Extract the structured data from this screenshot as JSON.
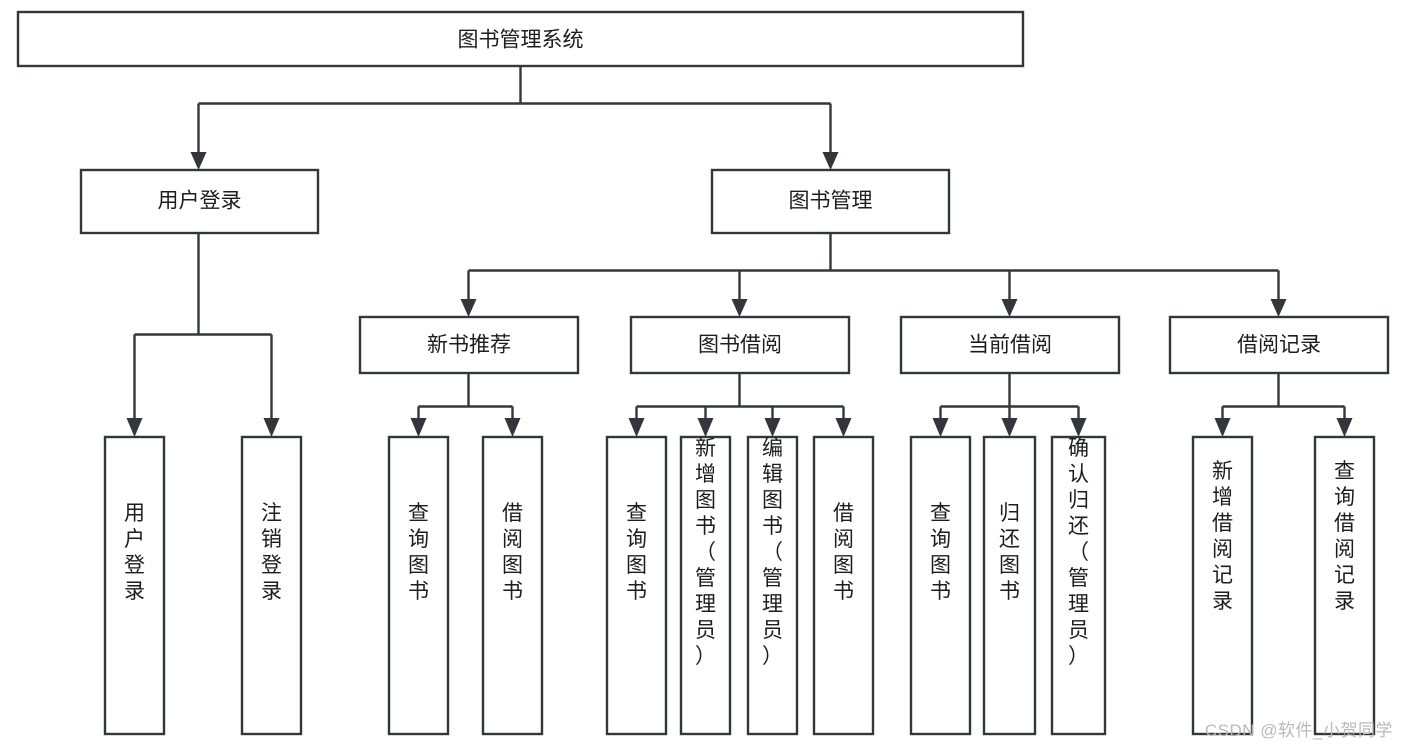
{
  "diagram": {
    "type": "tree",
    "title": "图书管理系统",
    "root": {
      "id": "root",
      "label": "图书管理系统",
      "orientation": "horizontal"
    },
    "level2": [
      {
        "id": "user-login",
        "label": "用户登录",
        "orientation": "horizontal"
      },
      {
        "id": "book-manage",
        "label": "图书管理",
        "orientation": "horizontal"
      }
    ],
    "level3": [
      {
        "id": "new-book-recommend",
        "label": "新书推荐",
        "parent": "book-manage",
        "orientation": "horizontal"
      },
      {
        "id": "book-borrow",
        "label": "图书借阅",
        "parent": "book-manage",
        "orientation": "horizontal"
      },
      {
        "id": "current-borrow",
        "label": "当前借阅",
        "parent": "book-manage",
        "orientation": "horizontal"
      },
      {
        "id": "borrow-record",
        "label": "借阅记录",
        "parent": "book-manage",
        "orientation": "horizontal"
      }
    ],
    "leaves": [
      {
        "id": "leaf-user-login",
        "label": "用户登录",
        "parent": "user-login",
        "orientation": "vertical"
      },
      {
        "id": "leaf-logout-login",
        "label": "注销登录",
        "parent": "user-login",
        "orientation": "vertical"
      },
      {
        "id": "leaf-query-book-1",
        "label": "查询图书",
        "parent": "new-book-recommend",
        "orientation": "vertical"
      },
      {
        "id": "leaf-borrow-book-1",
        "label": "借阅图书",
        "parent": "new-book-recommend",
        "orientation": "vertical"
      },
      {
        "id": "leaf-query-book-2",
        "label": "查询图书",
        "parent": "book-borrow",
        "orientation": "vertical"
      },
      {
        "id": "leaf-add-book-admin",
        "label": "新增图书（管理员）",
        "parent": "book-borrow",
        "orientation": "vertical"
      },
      {
        "id": "leaf-edit-book-admin",
        "label": "编辑图书（管理员）",
        "parent": "book-borrow",
        "orientation": "vertical"
      },
      {
        "id": "leaf-borrow-book-2",
        "label": "借阅图书",
        "parent": "book-borrow",
        "orientation": "vertical"
      },
      {
        "id": "leaf-query-book-3",
        "label": "查询图书",
        "parent": "current-borrow",
        "orientation": "vertical"
      },
      {
        "id": "leaf-return-book",
        "label": "归还图书",
        "parent": "current-borrow",
        "orientation": "vertical"
      },
      {
        "id": "leaf-confirm-return-admin",
        "label": "确认归还（管理员）",
        "parent": "current-borrow",
        "orientation": "vertical"
      },
      {
        "id": "leaf-add-borrow-record",
        "label": "新增借阅记录",
        "parent": "borrow-record",
        "orientation": "vertical"
      },
      {
        "id": "leaf-query-borrow-record",
        "label": "查询借阅记录",
        "parent": "borrow-record",
        "orientation": "vertical"
      }
    ],
    "colors": {
      "stroke": "#33373b",
      "box_fill": "#ffffff",
      "text": "#1d1d1d",
      "background": "#ffffff",
      "watermark": "#b9b9b9"
    }
  },
  "watermark": {
    "text": "CSDN @软件_小贺同学"
  }
}
